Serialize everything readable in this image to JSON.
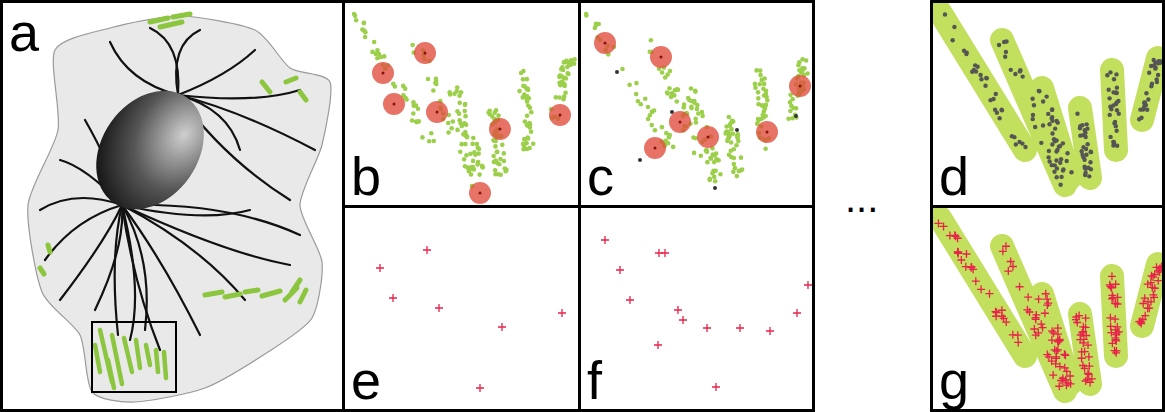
{
  "diagram": {
    "nodes": [
      {
        "text": [
          "a"
        ]
      },
      {
        "text": [
          "b"
        ]
      },
      {
        "text": [
          "c"
        ]
      },
      {
        "text": [
          "d"
        ]
      },
      {
        "text": [
          "e"
        ]
      },
      {
        "text": [
          "f"
        ]
      },
      {
        "text": [
          "g"
        ]
      }
    ],
    "labels": [
      "..."
    ]
  }
}
